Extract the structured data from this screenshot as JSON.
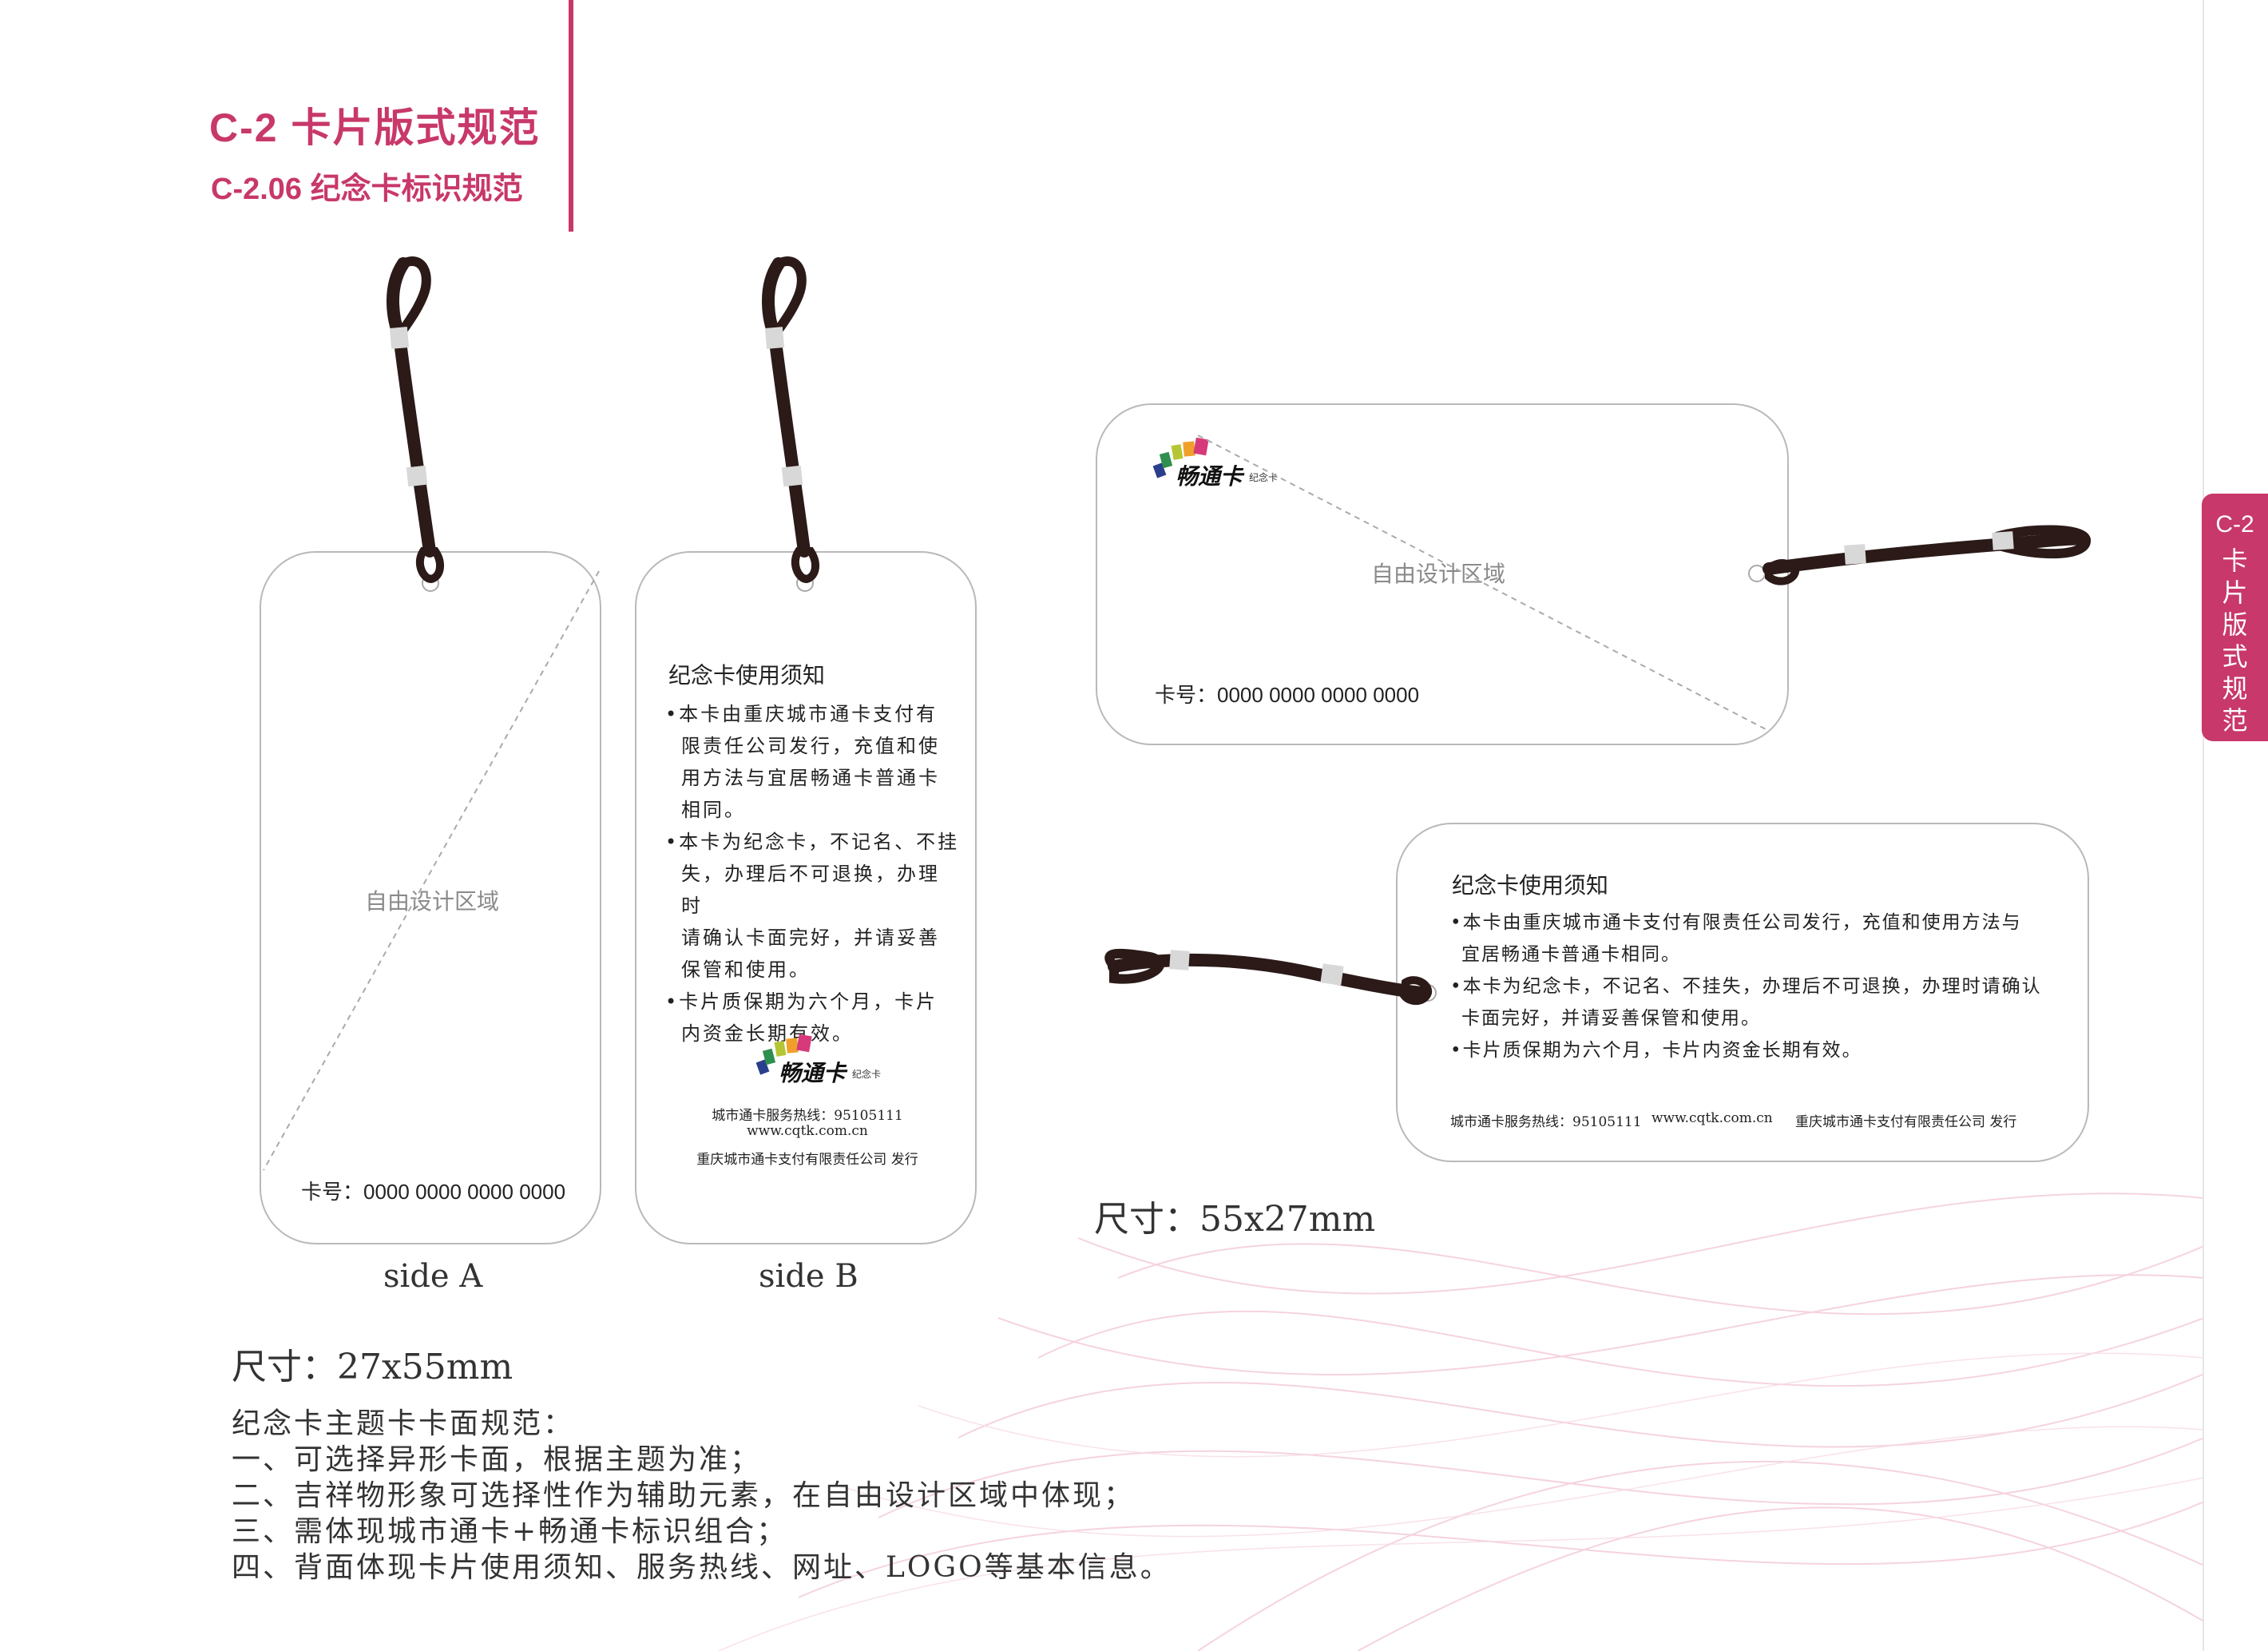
{
  "header": {
    "section_title": "C-2  卡片版式规范",
    "subsection_title": "C-2.06 纪念卡标识规范"
  },
  "side_tab": {
    "code": "C-2",
    "label": "卡片版式规范"
  },
  "colors": {
    "accent": "#c8386a",
    "cord": "#2b1a18",
    "card_border": "#b9b9b9"
  },
  "logo": {
    "brand": "畅通卡",
    "sub": "纪念卡"
  },
  "front": {
    "design_area": "自由设计区域",
    "card_number": "卡号：0000 0000 0000 0000"
  },
  "back": {
    "notice_title": "纪念卡使用须知",
    "vertical_lines": [
      "•本卡由重庆城市通卡支付有",
      "限责任公司发行，充值和使",
      "用方法与宜居畅通卡普通卡",
      "相同。",
      "•本卡为纪念卡，不记名、不挂",
      "失，办理后不可退换，办理时",
      "请确认卡面完好，并请妥善",
      "保管和使用。",
      "•卡片质保期为六个月，卡片",
      "内资金长期有效。"
    ],
    "horizontal_lines": [
      "•本卡由重庆城市通卡支付有限责任公司发行，充值和使用方法与",
      "宜居畅通卡普通卡相同。",
      "•本卡为纪念卡，不记名、不挂失，办理后不可退换，办理时请确认",
      "卡面完好，并请妥善保管和使用。",
      "•卡片质保期为六个月，卡片内资金长期有效。"
    ],
    "hotline": "城市通卡服务热线：95105111",
    "website": "www.cqtk.com.cn",
    "issuer": "重庆城市通卡支付有限责任公司 发行"
  },
  "captions": {
    "side_a": "side A",
    "side_b": "side B",
    "size_vertical": "尺寸：27x55mm",
    "size_horizontal": "尺寸：55x27mm"
  },
  "rules": {
    "title": "纪念卡主题卡卡面规范：",
    "items": [
      "一、可选择异形卡面，根据主题为准；",
      "二、吉祥物形象可选择性作为辅助元素，在自由设计区域中体现；",
      "三、需体现城市通卡+畅通卡标识组合；",
      "四、背面体现卡片使用须知、服务热线、网址、LOGO等基本信息。"
    ]
  }
}
